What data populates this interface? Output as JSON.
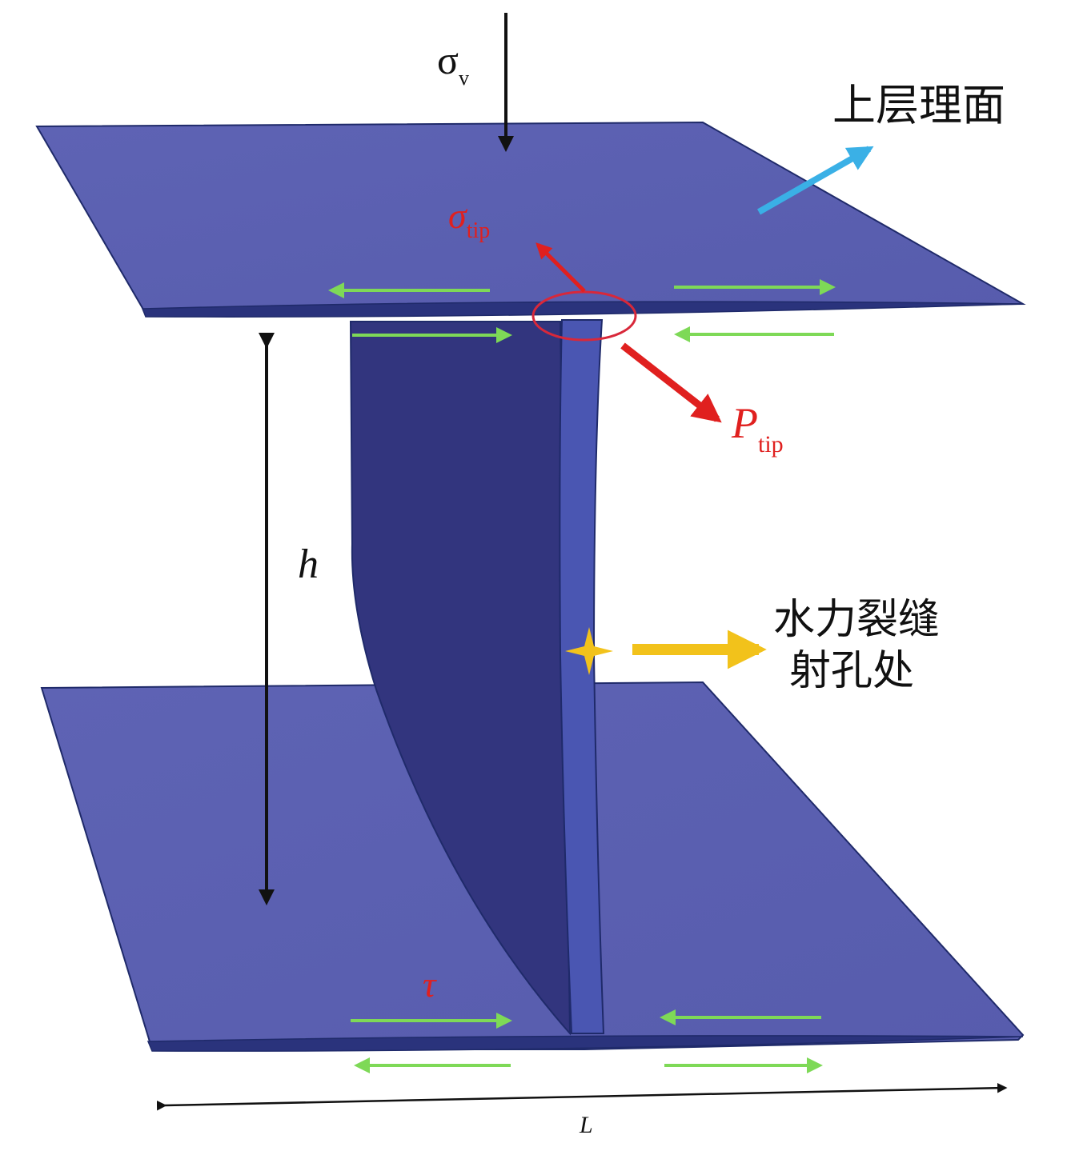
{
  "labels": {
    "sigma_v": {
      "base": "σ",
      "sub": "v"
    },
    "sigma_tip": {
      "base": "σ",
      "sub": "tip"
    },
    "p_tip": {
      "base": "P",
      "sub": "tip"
    },
    "upper_bedding": "上层理面",
    "hydraulic_fracture_line1": "水力裂缝",
    "hydraulic_fracture_line2": "射孔处",
    "height": "h",
    "length": "L",
    "shear": "τ"
  },
  "colors": {
    "plate_fill": "#5a5fb0",
    "plate_fill_light": "#6368b8",
    "plate_edge": "#1f2a6a",
    "fracture_dark": "#32357e",
    "fracture_light": "#4a56b2",
    "shear_arrow": "#7ed957",
    "red": "#e0201f",
    "cyan": "#3ab0e6",
    "gold": "#f2c21b",
    "black": "#111111"
  }
}
